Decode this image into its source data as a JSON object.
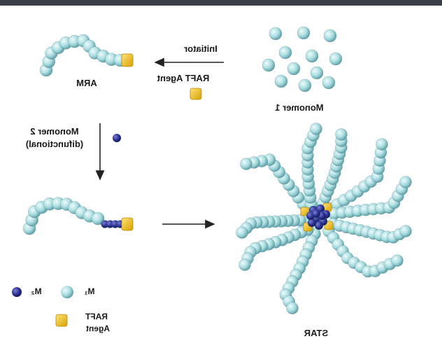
{
  "labels": {
    "initiator": "Initiator",
    "raft_agent": "RAFT Agent",
    "arm": "ARM",
    "monomer1": "Monomer 1",
    "monomer2_line1": "Monomer 2",
    "monomer2_line2": "(difunctional)",
    "star": "STAR",
    "legend_m1": "M₁",
    "legend_m2": "M₂",
    "legend_raft_line1": "RAFT",
    "legend_raft_line2": "Agent"
  },
  "colors": {
    "monomer1": "#a9dde0",
    "monomer1_dark": "#5a9aa3",
    "monomer2": "#2a2f8f",
    "raft_agent": "#f2c21a",
    "arrow": "#222222",
    "topbar": "#3a3f47"
  },
  "note": "Image is mirrored horizontally in the original screenshot."
}
